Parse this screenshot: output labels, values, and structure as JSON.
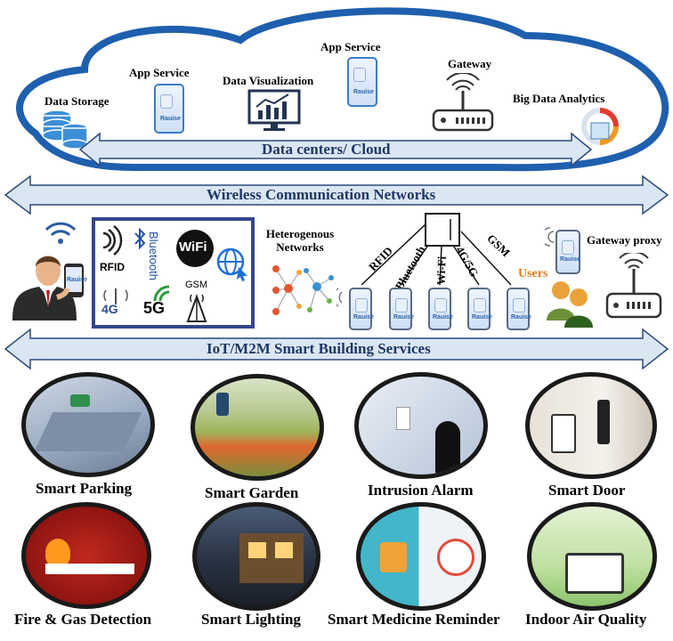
{
  "cloud": {
    "data_storage": "Data Storage",
    "app_service_left": "App Service",
    "data_visualization": "Data Visualization",
    "app_service_right": "App Service",
    "gateway": "Gateway",
    "big_data_analytics": "Big Data Analytics",
    "band": "Data centers/ Cloud"
  },
  "wireless_band": "Wireless Communication Networks",
  "middle": {
    "tech_icons": [
      "RFID",
      "Bluetooth",
      "WiFi",
      "4G",
      "5G",
      "GSM"
    ],
    "heterogenous": "Heterogenous Networks",
    "link_labels": [
      "RFID",
      "Bluetooth",
      "Wi-Fi",
      "4G/5G",
      "GSM"
    ],
    "users": "Users",
    "gateway_proxy": "Gateway proxy",
    "phone_brand": "Rauise"
  },
  "iot_band": "IoT/M2M Smart Building Services",
  "services": [
    "Smart Parking",
    "Smart Garden",
    "Intrusion Alarm",
    "Smart Door",
    "Fire & Gas Detection",
    "Smart Lighting",
    "Smart Medicine Reminder",
    "Indoor Air Quality"
  ],
  "colors": {
    "cloud_outline": "#1e5fae",
    "band_fill": "#dbe6f3",
    "band_text": "#1f3864",
    "users_text": "#e07b1a",
    "frame": "#34458c"
  }
}
